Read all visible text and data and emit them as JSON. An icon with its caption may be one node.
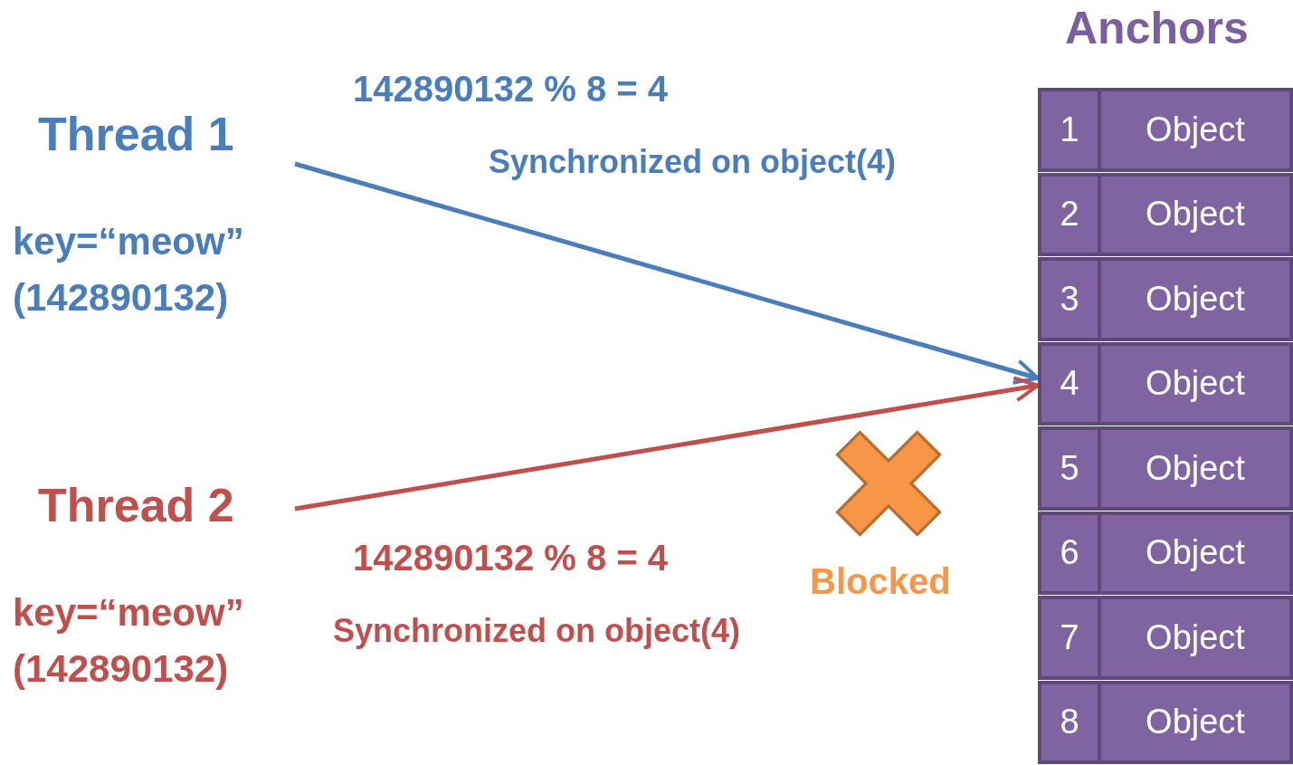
{
  "diagram": {
    "nodes": [
      {
        "text": [
          "Thread 1",
          "key=“meow” (142890132)"
        ]
      },
      {
        "text": [
          "Thread 2",
          "key=“meow” (142890132)"
        ]
      },
      {
        "text": [
          "Anchors"
        ]
      },
      {
        "text": [
          "1",
          "Object"
        ],
        "in": 2
      },
      {
        "text": [
          "2",
          "Object"
        ],
        "in": 2
      },
      {
        "text": [
          "3",
          "Object"
        ],
        "in": 2
      },
      {
        "text": [
          "4",
          "Object"
        ],
        "in": 2
      },
      {
        "text": [
          "5",
          "Object"
        ],
        "in": 2
      },
      {
        "text": [
          "6",
          "Object"
        ],
        "in": 2
      },
      {
        "text": [
          "7",
          "Object"
        ],
        "in": 2
      },
      {
        "text": [
          "8",
          "Object"
        ],
        "in": 2
      }
    ],
    "edges": [
      {
        "from": 0,
        "to": 6,
        "arrow": "to",
        "color": "#4a7ebb"
      },
      {
        "from": 1,
        "to": 6,
        "arrow": "to",
        "color": "#c0504d"
      }
    ],
    "labels": [
      "142890132 % 8 = 4",
      "Synchronized on object(4)",
      "142890132 % 8 = 4",
      "Synchronized on object(4)",
      "Blocked"
    ]
  }
}
